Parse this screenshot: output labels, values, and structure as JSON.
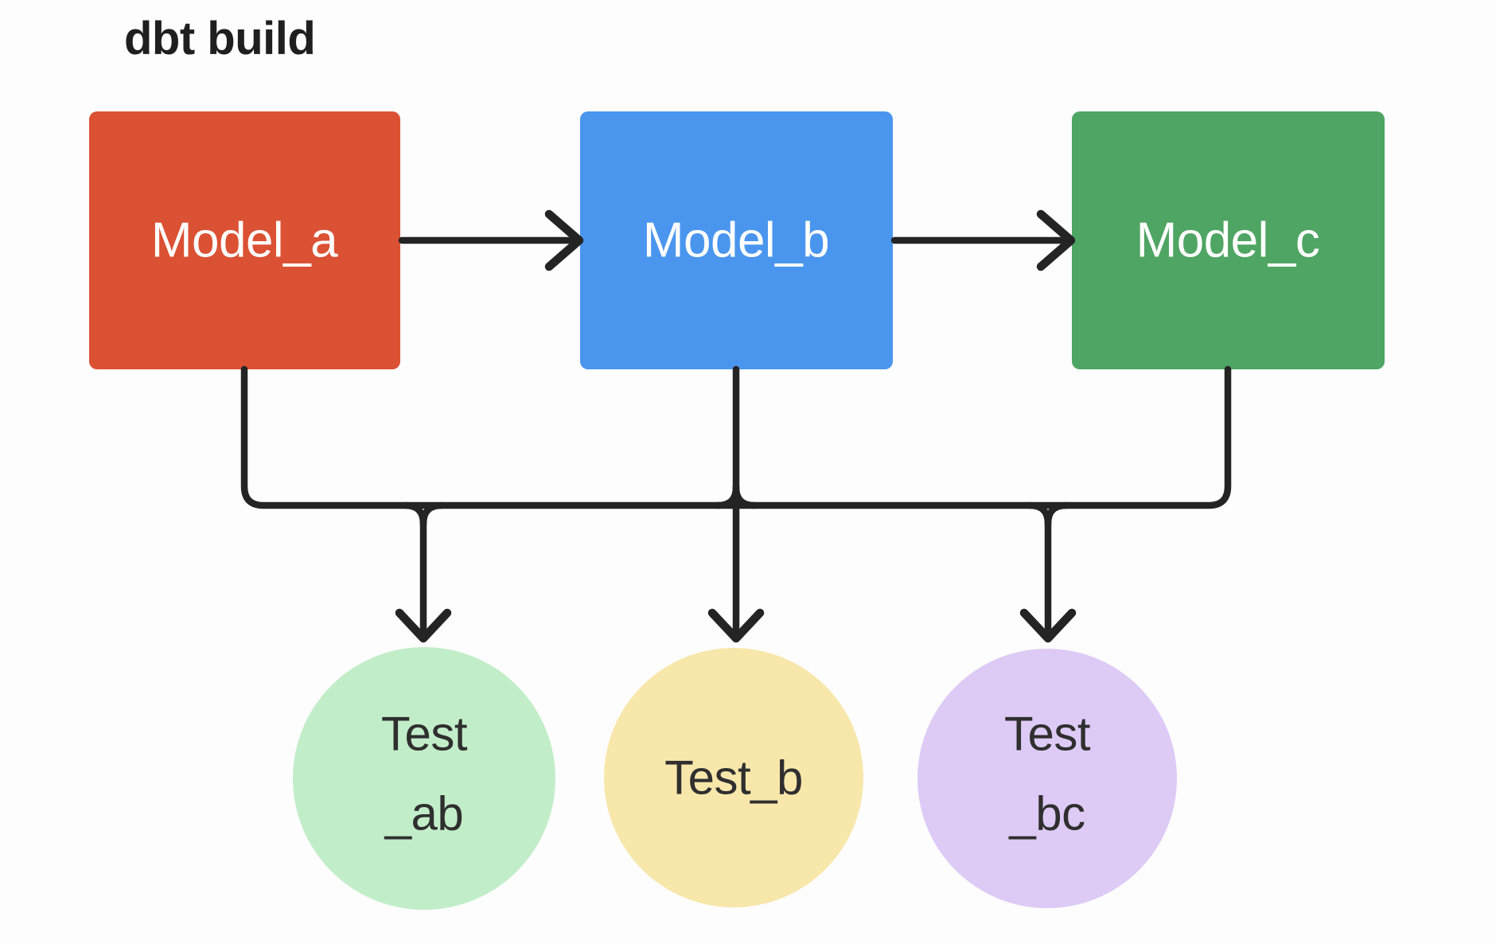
{
  "title": "dbt build",
  "background_color": "#FDFDFD",
  "line_color": "#242424",
  "title_color": "#1F1F1F",
  "test_text_color": "#2F2F2F",
  "models": [
    {
      "id": "model_a",
      "label": "Model_a",
      "color": "#DB5133",
      "text_color": "#FFFFFF"
    },
    {
      "id": "model_b",
      "label": "Model_b",
      "color": "#4A96EF",
      "text_color": "#FFFFFF"
    },
    {
      "id": "model_c",
      "label": "Model_c",
      "color": "#4FA563",
      "text_color": "#FFFFFF"
    }
  ],
  "tests": [
    {
      "id": "test_ab",
      "line1": "Test",
      "line2": "_ab",
      "color": "#C2EDC9"
    },
    {
      "id": "test_b",
      "line1": "Test_b",
      "line2": "",
      "color": "#F8E7AB"
    },
    {
      "id": "test_bc",
      "line1": "Test",
      "line2": "_bc",
      "color": "#DDCAF5"
    }
  ],
  "edges": [
    {
      "from": "Model_a",
      "to": "Model_b",
      "style": "arrow-right"
    },
    {
      "from": "Model_b",
      "to": "Model_c",
      "style": "arrow-right"
    },
    {
      "from": "Model_a",
      "to": "Test_ab",
      "style": "arrow-down"
    },
    {
      "from": "Model_b",
      "to": "Test_ab",
      "style": "arrow-down"
    },
    {
      "from": "Model_b",
      "to": "Test_b",
      "style": "arrow-down"
    },
    {
      "from": "Model_b",
      "to": "Test_bc",
      "style": "arrow-down"
    },
    {
      "from": "Model_c",
      "to": "Test_bc",
      "style": "arrow-down"
    }
  ]
}
